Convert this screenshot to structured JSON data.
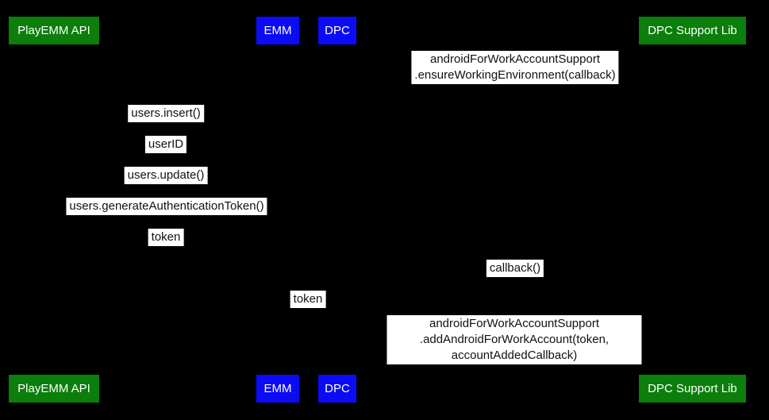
{
  "colors": {
    "background": "#000000",
    "green_actor": "#0b7e0b",
    "blue_actor": "#0b0bf5",
    "label_bg": "#ffffff",
    "label_text": "#111111",
    "actor_text": "#ffffff"
  },
  "participants": [
    {
      "id": "playemm-api",
      "label": "PlayEMM API"
    },
    {
      "id": "emm",
      "label": "EMM"
    },
    {
      "id": "dpc",
      "label": "DPC"
    },
    {
      "id": "dpc-support-lib",
      "label": "DPC Support Lib"
    }
  ],
  "messages": [
    {
      "label": "androidForWorkAccountSupport\n.ensureWorkingEnvironment(callback)"
    },
    {
      "label": "users.insert()"
    },
    {
      "label": "userID"
    },
    {
      "label": "users.update()"
    },
    {
      "label": "users.generateAuthenticationToken()"
    },
    {
      "label": "token"
    },
    {
      "label": "callback()"
    },
    {
      "label": "token"
    },
    {
      "label": "androidForWorkAccountSupport\n.addAndroidForWorkAccount(token, accountAddedCallback)"
    }
  ]
}
